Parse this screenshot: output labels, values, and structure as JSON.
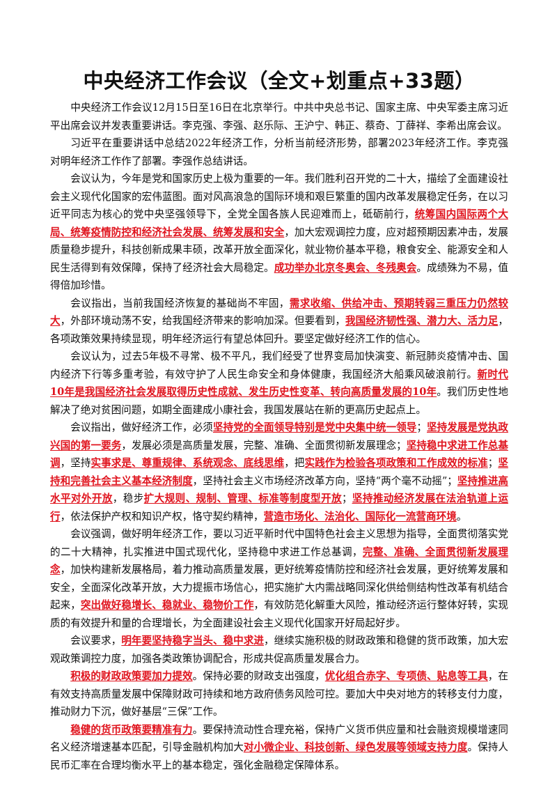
{
  "title": "中央经济工作会议（全文+划重点+33题）",
  "accent_color": "#e0141e",
  "paragraphs": [
    [
      {
        "t": "中央经济工作会议12月15日至16日在北京举行。中共中央总书记、国家主席、中央军委主席习近平出席会议并发表重要讲话。李克强、李强、赵乐际、王沪宁、韩正、蔡奇、丁薛祥、李希出席会议。",
        "hl": false
      }
    ],
    [
      {
        "t": "习近平在重要讲话中总结2022年经济工作，分析当前经济形势，部署2023年经济工作。李克强对明年经济工作作了部署。李强作总结讲话。",
        "hl": false
      }
    ],
    [
      {
        "t": "会议认为，今年是党和国家历史上极为重要的一年。我们胜利召开党的二十大，描绘了全面建设社会主义现代化国家的宏伟蓝图。面对风高浪急的国际环境和艰巨繁重的国内改革发展稳定任务，在以习近平同志为核心的党中央坚强领导下，全党全国各族人民迎难而上，砥砺前行，",
        "hl": false
      },
      {
        "t": "统筹国内国际两个大局、统筹疫情防控和经济社会发展、统筹发展和安全",
        "hl": true
      },
      {
        "t": "，加大宏观调控力度，应对超预期因素冲击，发展质量稳步提升，科技创新成果丰硕，改革开放全面深化，就业物价基本平稳，粮食安全、能源安全和人民生活得到有效保障，保持了经济社会大局稳定。",
        "hl": false
      },
      {
        "t": "成功举办北京冬奥会、冬残奥会",
        "hl": true
      },
      {
        "t": "。成绩殊为不易，值得倍加珍惜。",
        "hl": false
      }
    ],
    [
      {
        "t": "会议指出，当前我国经济恢复的基础尚不牢固，",
        "hl": false
      },
      {
        "t": "需求收缩、供给冲击、预期转弱三重压力仍然较大",
        "hl": true
      },
      {
        "t": "，外部环境动荡不安，给我国经济带来的影响加深。但要看到，",
        "hl": false
      },
      {
        "t": "我国经济韧性强、潜力大、活力足",
        "hl": true
      },
      {
        "t": "，各项政策效果持续显现，明年经济运行有望总体回升。要坚定做好经济工作的信心。",
        "hl": false
      }
    ],
    [
      {
        "t": "会议认为，过去5年极不寻常、极不平凡，我们经受了世界变局加快演变、新冠肺炎疫情冲击、国内经济下行等多重考验，有效守护了人民生命安全和身体健康，我国经济大船乘风破浪前行。",
        "hl": false
      },
      {
        "t": "新时代10年是我国经济社会发展取得历史性成就、发生历史性变革、转向高质量发展的10年",
        "hl": true
      },
      {
        "t": "。我们历史性地解决了绝对贫困问题，如期全面建成小康社会，我国发展站在新的更高历史起点上。",
        "hl": false
      }
    ],
    [
      {
        "t": "会议指出，做好经济工作，必须",
        "hl": false
      },
      {
        "t": "坚持党的全面领导特别是党中央集中统一领导",
        "hl": true
      },
      {
        "t": "；",
        "hl": false
      },
      {
        "t": "坚持发展是党执政兴国的第一要务",
        "hl": true
      },
      {
        "t": "，发展必须是高质量发展，完整、准确、全面贯彻新发展理念；",
        "hl": false
      },
      {
        "t": "坚持稳中求进工作总基调",
        "hl": true
      },
      {
        "t": "，坚持",
        "hl": false
      },
      {
        "t": "实事求是、尊重规律、系统观念、底线思维",
        "hl": true
      },
      {
        "t": "，把",
        "hl": false
      },
      {
        "t": "实践作为检验各项政策和工作成效的标准",
        "hl": true
      },
      {
        "t": "；",
        "hl": false
      },
      {
        "t": "坚持和完善社会主义基本经济制度",
        "hl": true
      },
      {
        "t": "，坚持社会主义市场经济改革方向，坚持“两个毫不动摇”；",
        "hl": false
      },
      {
        "t": "坚持推进高水平对外开放",
        "hl": true
      },
      {
        "t": "，稳步",
        "hl": false
      },
      {
        "t": "扩大规则、规制、管理、标准等制度型开放",
        "hl": true
      },
      {
        "t": "；",
        "hl": false
      },
      {
        "t": "坚持推动经济发展在法治轨道上运行",
        "hl": true
      },
      {
        "t": "，依法保护产权和知识产权，恪守契约精神，",
        "hl": false
      },
      {
        "t": "营造市场化、法治化、国际化一流营商环境",
        "hl": true
      },
      {
        "t": "。",
        "hl": false
      }
    ],
    [
      {
        "t": "会议强调，做好明年经济工作，要以习近平新时代中国特色社会主义思想为指导，全面贯彻落实党的二十大精神，扎实推进中国式现代化，坚持稳中求进工作总基调，",
        "hl": false
      },
      {
        "t": "完整、准确、全面贯彻新发展理念",
        "hl": true
      },
      {
        "t": "，加快构建新发展格局，着力推动高质量发展，更好统筹疫情防控和经济社会发展，更好统筹发展和安全，全面深化改革开放，大力提振市场信心，把实施扩大内需战略同深化供给侧结构性改革有机结合起来，",
        "hl": false
      },
      {
        "t": "突出做好稳增长、稳就业、稳物价工作",
        "hl": true
      },
      {
        "t": "，有效防范化解重大风险，推动经济运行整体好转，实现质的有效提升和量的合理增长，为全面建设社会主义现代化国家开好局起好步。",
        "hl": false
      }
    ],
    [
      {
        "t": "会议要求，",
        "hl": false
      },
      {
        "t": "明年要坚持稳字当头、稳中求进",
        "hl": true
      },
      {
        "t": "，继续实施积极的财政政策和稳健的货币政策，加大宏观政策调控力度，加强各类政策协调配合，形成共促高质量发展合力。",
        "hl": false
      }
    ],
    [
      {
        "t": "积极的财政政策要加力提效",
        "hl": true
      },
      {
        "t": "。保持必要的财政支出强度，",
        "hl": false
      },
      {
        "t": "优化组合赤字、专项债、贴息等工具",
        "hl": true
      },
      {
        "t": "，在有效支持高质量发展中保障财政可持续和地方政府债务风险可控。要加大中央对地方的转移支付力度，推动财力下沉，做好基层“三保”工作。",
        "hl": false
      }
    ],
    [
      {
        "t": "稳健的货币政策要精准有力",
        "hl": true
      },
      {
        "t": "。要保持流动性合理充裕，保持广义货币供应量和社会融资规模增速同名义经济增速基本匹配，引导金融机构加大",
        "hl": false
      },
      {
        "t": "对小微企业、科技创新、绿色发展等领域支持力度",
        "hl": true
      },
      {
        "t": "。保持人民币汇率在合理均衡水平上的基本稳定，强化金融稳定保障体系。",
        "hl": false
      }
    ]
  ]
}
